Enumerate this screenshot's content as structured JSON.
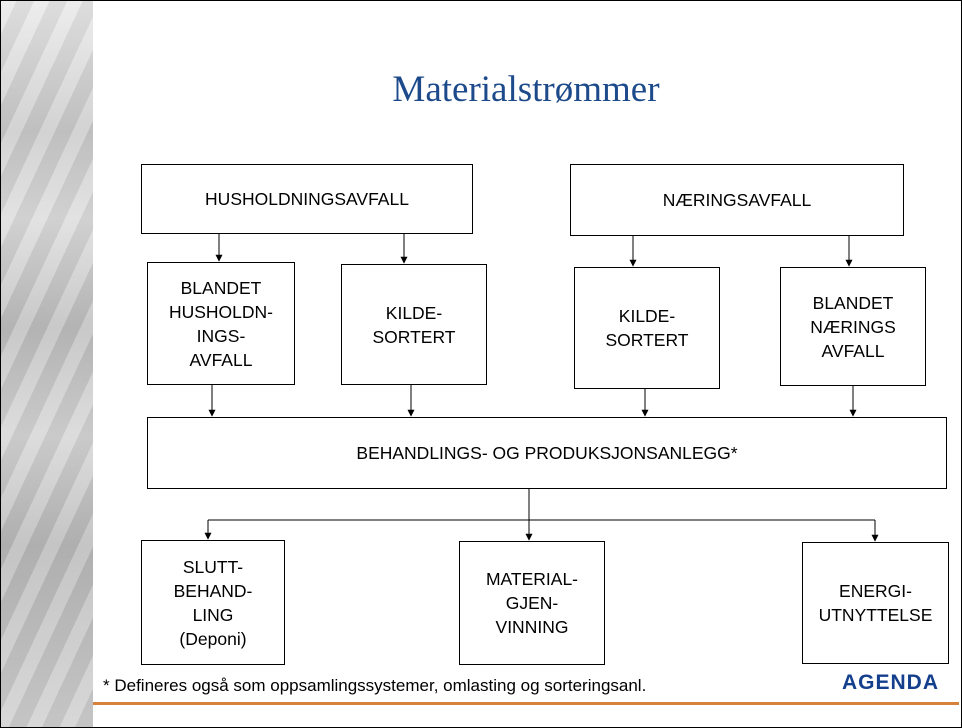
{
  "title": "Materialstrømmer",
  "nodes": {
    "husholdningsavfall": "HUSHOLDNINGSAVFALL",
    "naeringsavfall": "NÆRINGSAVFALL",
    "blandet_husholdningsavfall": "BLANDET\nHUSHOLDN-\nINGS-\nAVFALL",
    "kildesortert_hus": "KILDE-\nSORTERT",
    "kildesortert_naering": "KILDE-\nSORTERT",
    "blandet_naeringsavfall": "BLANDET\nNÆRINGS\nAVFALL",
    "behandlingsanlegg": "BEHANDLINGS- OG PRODUKSJONSANLEGG*",
    "sluttbehandling": "SLUTT-\nBEHAND-\nLING\n(Deponi)",
    "materialgjenvinning": "MATERIAL-\nGJEN-\nVINNING",
    "energiutnyttelse": "ENERGI-\nUTNYTTELSE"
  },
  "footnote": "* Defineres også som oppsamlingssystemer, omlasting og sorteringsanl.",
  "logo": "AGENDA",
  "colors": {
    "title": "#1d4a8b",
    "rule": "#d7823a",
    "logo": "#143f8c"
  }
}
